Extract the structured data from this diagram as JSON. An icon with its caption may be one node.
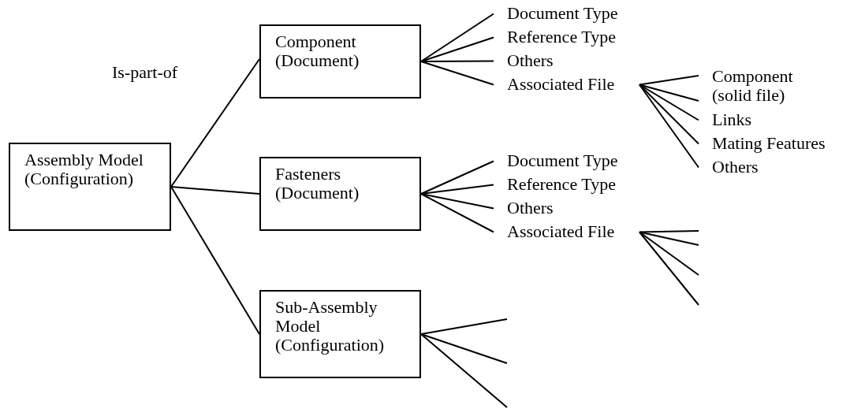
{
  "diagram": {
    "nodes": [
      {
        "text": [
          "Assembly Model (Configuration)"
        ]
      },
      {
        "text": [
          "Component (Document)"
        ]
      },
      {
        "text": [
          "Fasteners (Document)"
        ]
      },
      {
        "text": [
          "Sub-Assembly Model (Configuration)"
        ]
      },
      {
        "text": [
          "Document Type"
        ]
      },
      {
        "text": [
          "Reference Type"
        ]
      },
      {
        "text": [
          "Others"
        ]
      },
      {
        "text": [
          "Associated File"
        ]
      },
      {
        "text": [
          "Component (solid file)"
        ]
      },
      {
        "text": [
          "Links"
        ]
      },
      {
        "text": [
          "Mating Features"
        ]
      },
      {
        "text": [
          "Others"
        ]
      },
      {
        "text": [
          "Document Type"
        ]
      },
      {
        "text": [
          "Reference Type"
        ]
      },
      {
        "text": [
          "Others"
        ]
      },
      {
        "text": [
          "Associated File"
        ]
      }
    ],
    "edges": [
      {
        "from": 0,
        "to": 1,
        "arrow": "none"
      },
      {
        "from": 0,
        "to": 2,
        "arrow": "none"
      },
      {
        "from": 0,
        "to": 3,
        "arrow": "none"
      },
      {
        "from": 1,
        "to": 4,
        "arrow": "none"
      },
      {
        "from": 1,
        "to": 5,
        "arrow": "none"
      },
      {
        "from": 1,
        "to": 6,
        "arrow": "none"
      },
      {
        "from": 1,
        "to": 7,
        "arrow": "none"
      },
      {
        "from": 7,
        "to": 8,
        "arrow": "none"
      },
      {
        "from": 7,
        "to": 8,
        "arrow": "none"
      },
      {
        "from": 7,
        "to": 9,
        "arrow": "none"
      },
      {
        "from": 7,
        "to": 10,
        "arrow": "none"
      },
      {
        "from": 7,
        "to": 11,
        "arrow": "none"
      },
      {
        "from": 2,
        "to": 12,
        "arrow": "none"
      },
      {
        "from": 2,
        "to": 13,
        "arrow": "none"
      },
      {
        "from": 2,
        "to": 14,
        "arrow": "none"
      },
      {
        "from": 2,
        "to": 15,
        "arrow": "none"
      },
      {
        "from": 15,
        "to": null,
        "arrow": "none"
      },
      {
        "from": 15,
        "to": null,
        "arrow": "none"
      },
      {
        "from": 15,
        "to": null,
        "arrow": "none"
      },
      {
        "from": 15,
        "to": null,
        "arrow": "none"
      },
      {
        "from": 3,
        "to": null,
        "arrow": "none"
      },
      {
        "from": 3,
        "to": null,
        "arrow": "none"
      },
      {
        "from": 3,
        "to": null,
        "arrow": "none"
      }
    ],
    "labels": [
      "Is-part-of"
    ]
  }
}
